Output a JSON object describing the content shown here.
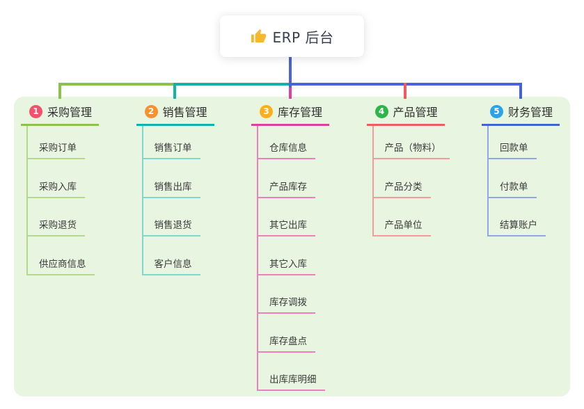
{
  "root": {
    "label": "ERP 后台",
    "icon": "thumbs-up"
  },
  "panel": {
    "background": "#e7f5e1"
  },
  "connector": {
    "main_color": "#4c62d6"
  },
  "branches": [
    {
      "number": "1",
      "title": "采购管理",
      "badge_color": "#f4516c",
      "line_color": "#8bc34a",
      "child_line_color": "#b2da8a",
      "children": [
        "采购订单",
        "采购入库",
        "采购退货",
        "供应商信息"
      ]
    },
    {
      "number": "2",
      "title": "销售管理",
      "badge_color": "#f9902c",
      "line_color": "#10b3ac",
      "child_line_color": "#7fd7cf",
      "children": [
        "销售订单",
        "销售出库",
        "销售退货",
        "客户信息"
      ]
    },
    {
      "number": "3",
      "title": "库存管理",
      "badge_color": "#fcaf1b",
      "line_color": "#e0409d",
      "child_line_color": "#ef7fbb",
      "children": [
        "仓库信息",
        "产品库存",
        "其它出库",
        "其它入库",
        "库存调拨",
        "库存盘点",
        "出库库明细"
      ]
    },
    {
      "number": "4",
      "title": "产品管理",
      "badge_color": "#2fb449",
      "line_color": "#f15b5b",
      "child_line_color": "#f49c9c",
      "children": [
        "产品（物料）",
        "产品分类",
        "产品单位"
      ]
    },
    {
      "number": "5",
      "title": "财务管理",
      "badge_color": "#2ba3ea",
      "line_color": "#4164d2",
      "child_line_color": "#8fa8e6",
      "children": [
        "回款单",
        "付款单",
        "结算账户"
      ]
    }
  ]
}
